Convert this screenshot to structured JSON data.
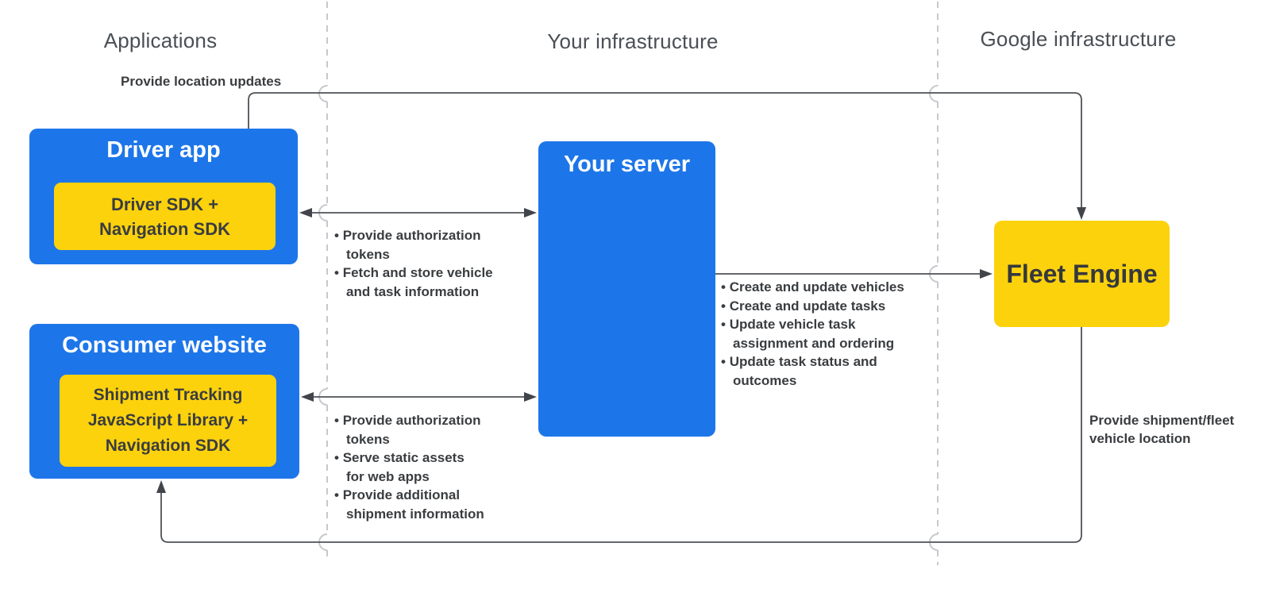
{
  "columns": {
    "applications": {
      "label": "Applications"
    },
    "your_infrastructure": {
      "label": "Your infrastructure"
    },
    "google_infrastructure": {
      "label": "Google infrastructure"
    }
  },
  "nodes": {
    "driver_app": {
      "title": "Driver app",
      "sdk_line1": "Driver SDK +",
      "sdk_line2": "Navigation SDK"
    },
    "consumer_website": {
      "title": "Consumer website",
      "sdk_line1": "Shipment Tracking",
      "sdk_line2": "JavaScript Library  +",
      "sdk_line3": "Navigation SDK"
    },
    "your_server": {
      "title": "Your server"
    },
    "fleet_engine": {
      "title": "Fleet Engine"
    }
  },
  "edges": {
    "driver_to_fleet": {
      "label": "Provide location updates"
    },
    "fleet_to_consumer": {
      "label": "Provide shipment/fleet vehicle location"
    },
    "driver_server": {
      "bullets": [
        "Provide authorization tokens",
        "Fetch and store vehicle and task information"
      ]
    },
    "consumer_server": {
      "bullets": [
        "Provide authorization tokens",
        "Serve static assets for web apps",
        "Provide additional shipment information"
      ]
    },
    "server_fleet": {
      "bullets": [
        "Create and update vehicles",
        "Create and update tasks",
        "Update vehicle task assignment and ordering",
        "Update task status and outcomes"
      ]
    }
  },
  "colors": {
    "blue": "#1d76e9",
    "yellow": "#fcd20d",
    "line": "#4e5257",
    "arrowhead": "#41454b",
    "divider": "#c5c9cd",
    "text_dark": "#3a3d40",
    "header_text": "#4a4f55"
  }
}
